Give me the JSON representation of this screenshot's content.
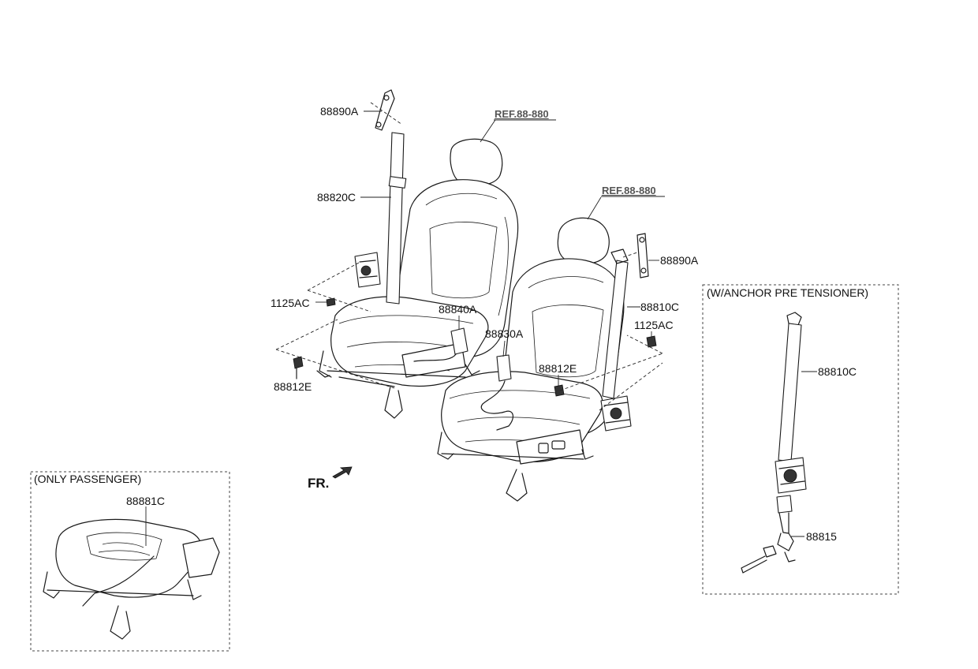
{
  "labels": {
    "p88890A_left": "88890A",
    "p88820C": "88820C",
    "p1125AC_left": "1125AC",
    "p88812E_left": "88812E",
    "p88840A": "88840A",
    "p88830A": "88830A",
    "p88812E_right": "88812E",
    "p88890A_right": "88890A",
    "p88810C_main": "88810C",
    "p1125AC_right": "1125AC",
    "ref_left": "REF.88-880",
    "ref_right": "REF.88-880",
    "fr": "FR.",
    "box_right_title": "(W/ANCHOR PRE TENSIONER)",
    "p88810C_box": "88810C",
    "p88815": "88815",
    "box_left_title": "(ONLY PASSENGER)",
    "p88881C": "88881C"
  },
  "icons": {
    "fr_arrow": "front-direction-arrow-icon"
  },
  "colors": {
    "line": "#1a1a1a",
    "ref_text": "#555555",
    "background": "#ffffff"
  }
}
